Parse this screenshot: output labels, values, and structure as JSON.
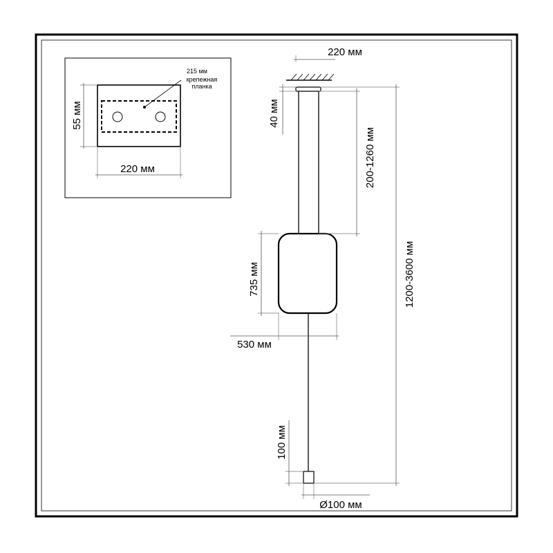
{
  "inset": {
    "width_label": "220 мм",
    "height_label": "55 мм",
    "bracket_width_label": "215 мм",
    "bracket_note_line1": "крепежная",
    "bracket_note_line2": "планка"
  },
  "main": {
    "canopy_width_label": "220 мм",
    "canopy_height_label": "40 мм",
    "rod_length_label": "200-1260 мм",
    "overall_height_label": "1200-3600 мм",
    "shade_height_label": "735 мм",
    "shade_width_label": "530 мм",
    "weight_height_label": "100 мм",
    "weight_diameter_label": "Ø100 мм"
  }
}
